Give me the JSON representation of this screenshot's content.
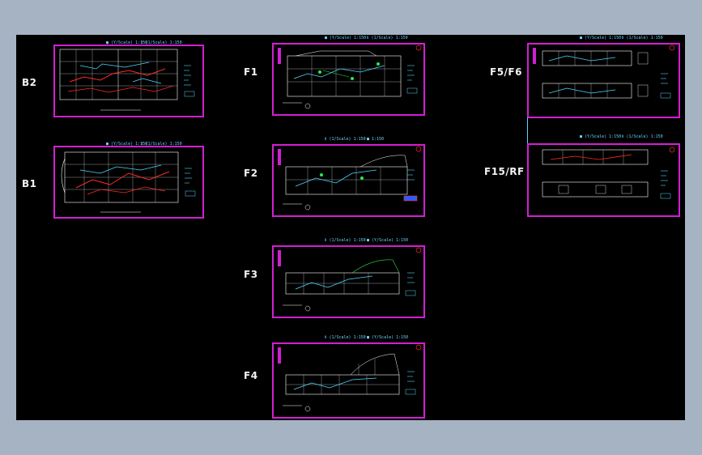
{
  "drawing": {
    "floors": [
      {
        "id": "b2",
        "label": "B2",
        "captions": [
          "■ (Y/Scale) 1:150",
          "Ⅱ (1/Scale) 1:150"
        ]
      },
      {
        "id": "b1",
        "label": "B1",
        "captions": [
          "■ (Y/Scale) 1:150",
          "Ⅱ (1/Scale) 1:150"
        ]
      },
      {
        "id": "f1",
        "label": "F1",
        "captions": [
          "■ (Y/Scale) 1:150",
          "Ⅱ (1/Scale) 1:150"
        ]
      },
      {
        "id": "f2",
        "label": "F2",
        "captions": [
          "Ⅱ (1/Scale) 1:150",
          "■ 1:150"
        ]
      },
      {
        "id": "f3",
        "label": "F3",
        "captions": [
          "Ⅱ (1/Scale) 1:150",
          "■ (Y/Scale) 1:150"
        ]
      },
      {
        "id": "f4",
        "label": "F4",
        "captions": [
          "Ⅱ (1/Scale) 1:150",
          "■ (Y/Scale) 1:150"
        ]
      },
      {
        "id": "f56",
        "label": "F5/F6",
        "captions": [
          "■ (Y/Scale) 1:150",
          "Ⅱ (1/Scale) 1:150"
        ]
      },
      {
        "id": "f15rf",
        "label": "F15/RF",
        "captions": [
          "■ (Y/Scale) 1:150",
          "Ⅱ (1/Scale) 1:150"
        ]
      }
    ]
  },
  "colors": {
    "background": "#a6b3c3",
    "canvas": "#000000",
    "frame": "#d21fd2",
    "linework": "#ffffff",
    "cyan": "#4fd8ff",
    "red": "#ff2a2a",
    "green": "#2ee84a",
    "blue": "#2a5cff"
  }
}
